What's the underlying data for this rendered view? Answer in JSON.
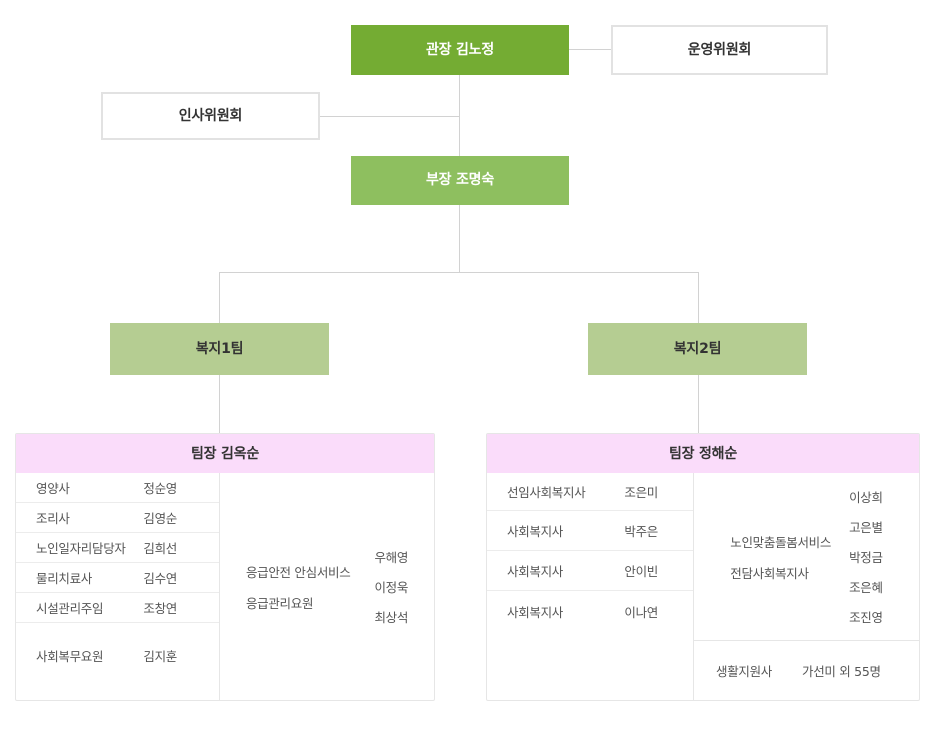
{
  "org_chart": {
    "director": {
      "label": "관장 김노정"
    },
    "steering_committee": {
      "label": "운영위원회"
    },
    "personnel_committee": {
      "label": "인사위원회"
    },
    "deputy_director": {
      "label": "부장 조명숙"
    },
    "teams": [
      {
        "name": "team-1",
        "label": "복지1팀",
        "leader": "팀장 김옥순",
        "staff": [
          {
            "role": "영양사",
            "name": "정순영"
          },
          {
            "role": "조리사",
            "name": "김영순"
          },
          {
            "role": "노인일자리담당자",
            "name": "김희선"
          },
          {
            "role": "물리치료사",
            "name": "김수연"
          },
          {
            "role": "시설관리주임",
            "name": "조창연"
          },
          {
            "role": "사회복무요원",
            "name": "김지훈"
          }
        ],
        "service_groups": [
          {
            "label_lines": [
              "응급안전 안심서비스",
              "응급관리요원"
            ],
            "names": [
              "우해영",
              "이정욱",
              "최상석"
            ]
          }
        ]
      },
      {
        "name": "team-2",
        "label": "복지2팀",
        "leader": "팀장 정해순",
        "staff": [
          {
            "role": "선임사회복지사",
            "name": "조은미"
          },
          {
            "role": "사회복지사",
            "name": "박주은"
          },
          {
            "role": "사회복지사",
            "name": "안이빈"
          },
          {
            "role": "사회복지사",
            "name": "이나연"
          }
        ],
        "service_groups": [
          {
            "label_lines": [
              "노인맞춤돌봄서비스",
              "전담사회복지사"
            ],
            "names": [
              "이상희",
              "고은별",
              "박정금",
              "조은혜",
              "조진영"
            ]
          }
        ],
        "support_group": {
          "role": "생활지원사",
          "name": "가선미 외 55명"
        }
      }
    ],
    "colors": {
      "director_green": "#74ac33",
      "deputy_green": "#8ebf5f",
      "team_green": "#b5cd92",
      "panel_head_pink": "#fadcfa",
      "line_gray": "#d2d2d2",
      "border_gray": "#e2e2e2",
      "text_gray": "#555555"
    }
  }
}
